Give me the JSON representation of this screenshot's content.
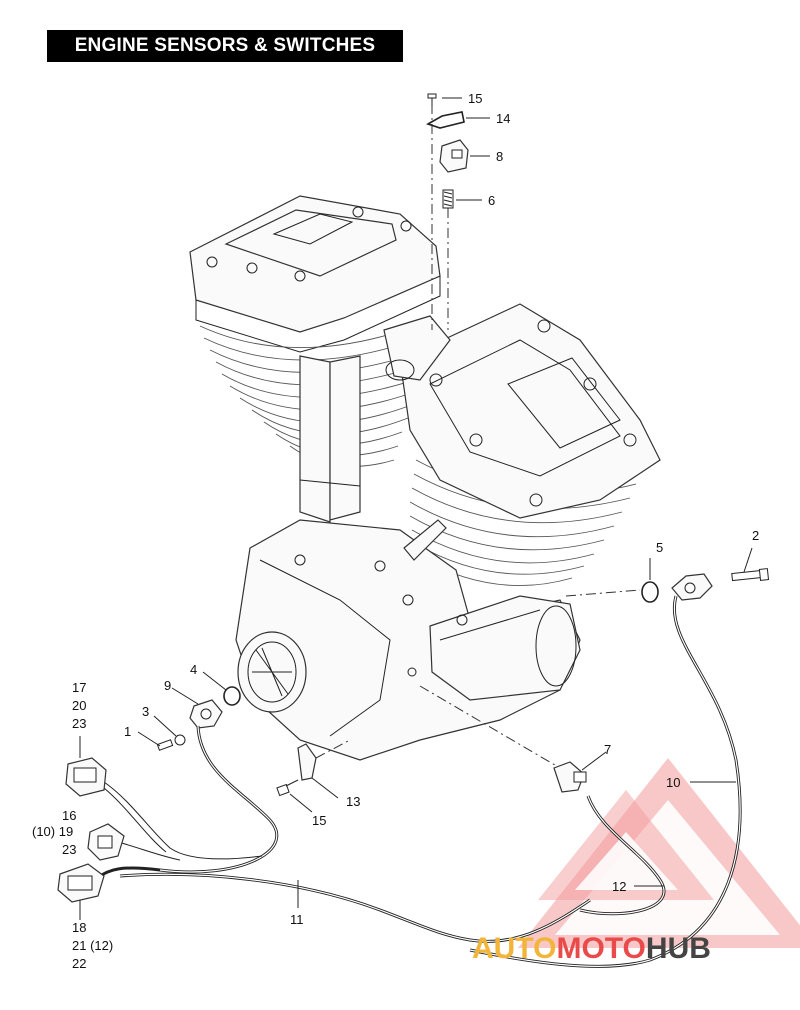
{
  "title": "ENGINE SENSORS & SWITCHES",
  "watermark": {
    "part1": "AUTO",
    "part2": "MOTO",
    "part3": "HUB",
    "color1": "#F2B53A",
    "color2": "#E94B4B",
    "color3": "#444444"
  },
  "callouts": {
    "c1": "1",
    "c2": "2",
    "c3": "3",
    "c4": "4",
    "c5": "5",
    "c6": "6",
    "c7": "7",
    "c8": "8",
    "c9": "9",
    "c10": "10",
    "c11": "11",
    "c12": "12",
    "c13": "13",
    "c14": "14",
    "c15_top": "15",
    "c15_bottom": "15",
    "stack_top": [
      "17",
      "20",
      "23"
    ],
    "stack_mid": [
      "16",
      "(10)  19",
      "23"
    ],
    "stack_bottom": [
      "18",
      "21  (12)",
      "22"
    ]
  }
}
